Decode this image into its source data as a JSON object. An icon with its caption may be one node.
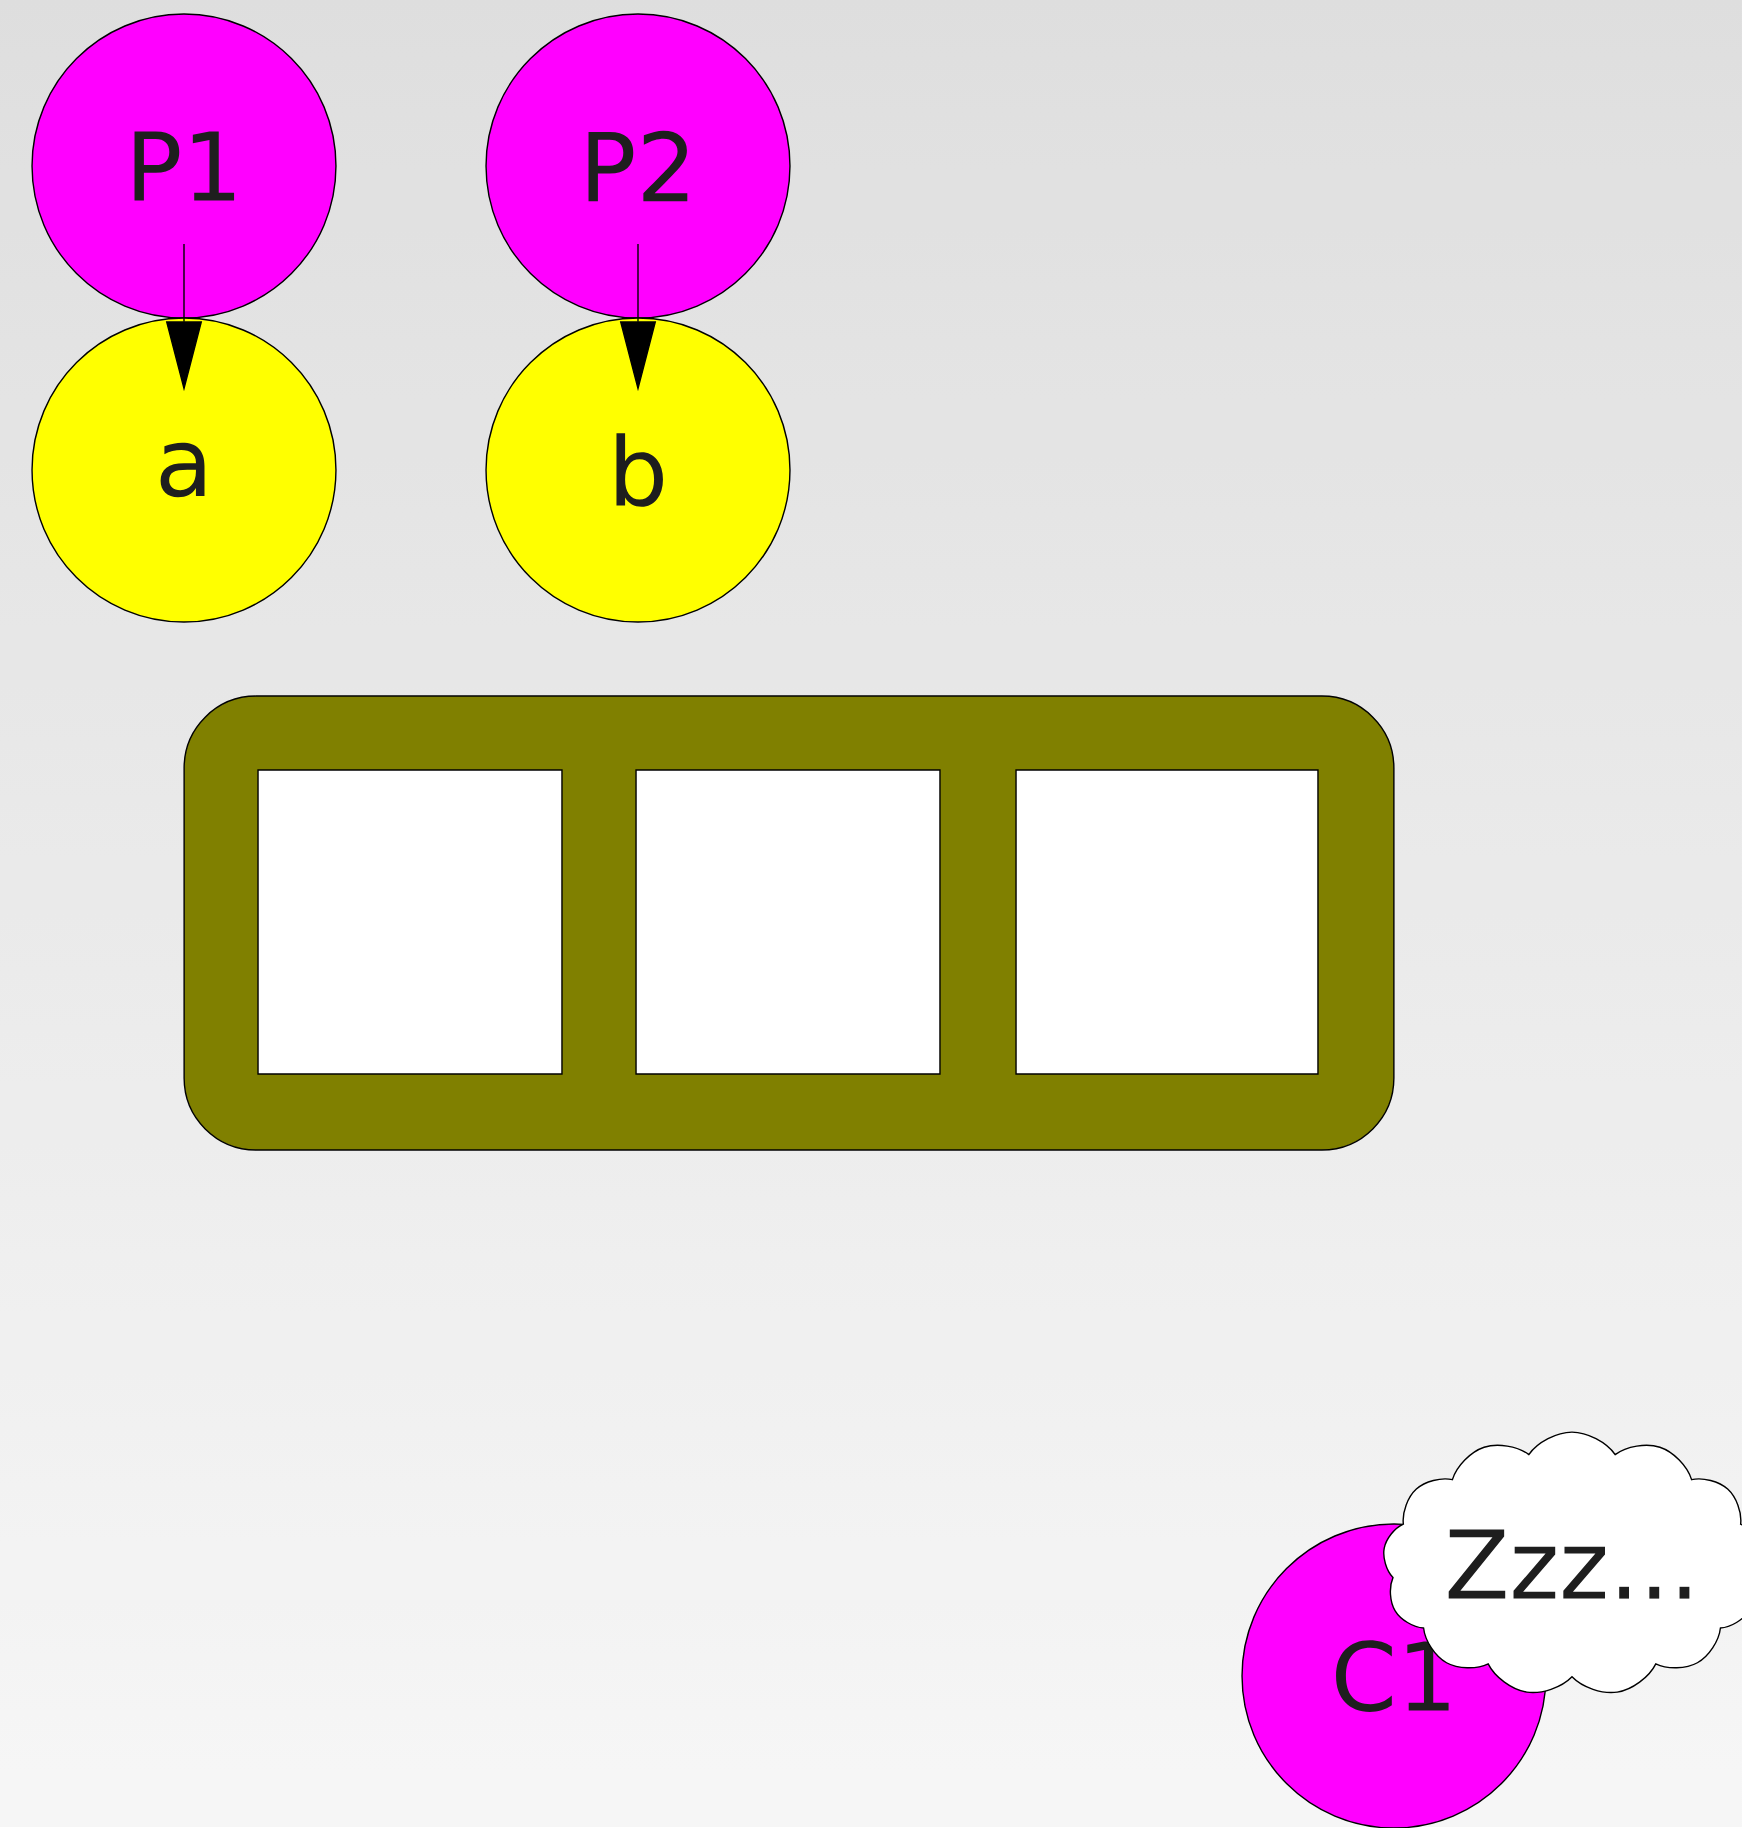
{
  "diagram": {
    "nodes": [
      {
        "text": [
          "P1"
        ]
      },
      {
        "text": [
          "P2"
        ]
      },
      {
        "text": [
          "a"
        ]
      },
      {
        "text": [
          "b"
        ]
      },
      {
        "text": [],
        "shape": "box"
      },
      {
        "text": [],
        "shape": "box",
        "in": 4
      },
      {
        "text": [],
        "shape": "box",
        "in": 4
      },
      {
        "text": [],
        "shape": "box",
        "in": 4
      },
      {
        "text": [
          "C1"
        ]
      },
      {
        "text": [
          "Zzz..."
        ]
      }
    ],
    "edges": [
      {
        "from": 0,
        "to": 2,
        "arrow": "to"
      },
      {
        "from": 1,
        "to": 3,
        "arrow": "to"
      }
    ]
  }
}
